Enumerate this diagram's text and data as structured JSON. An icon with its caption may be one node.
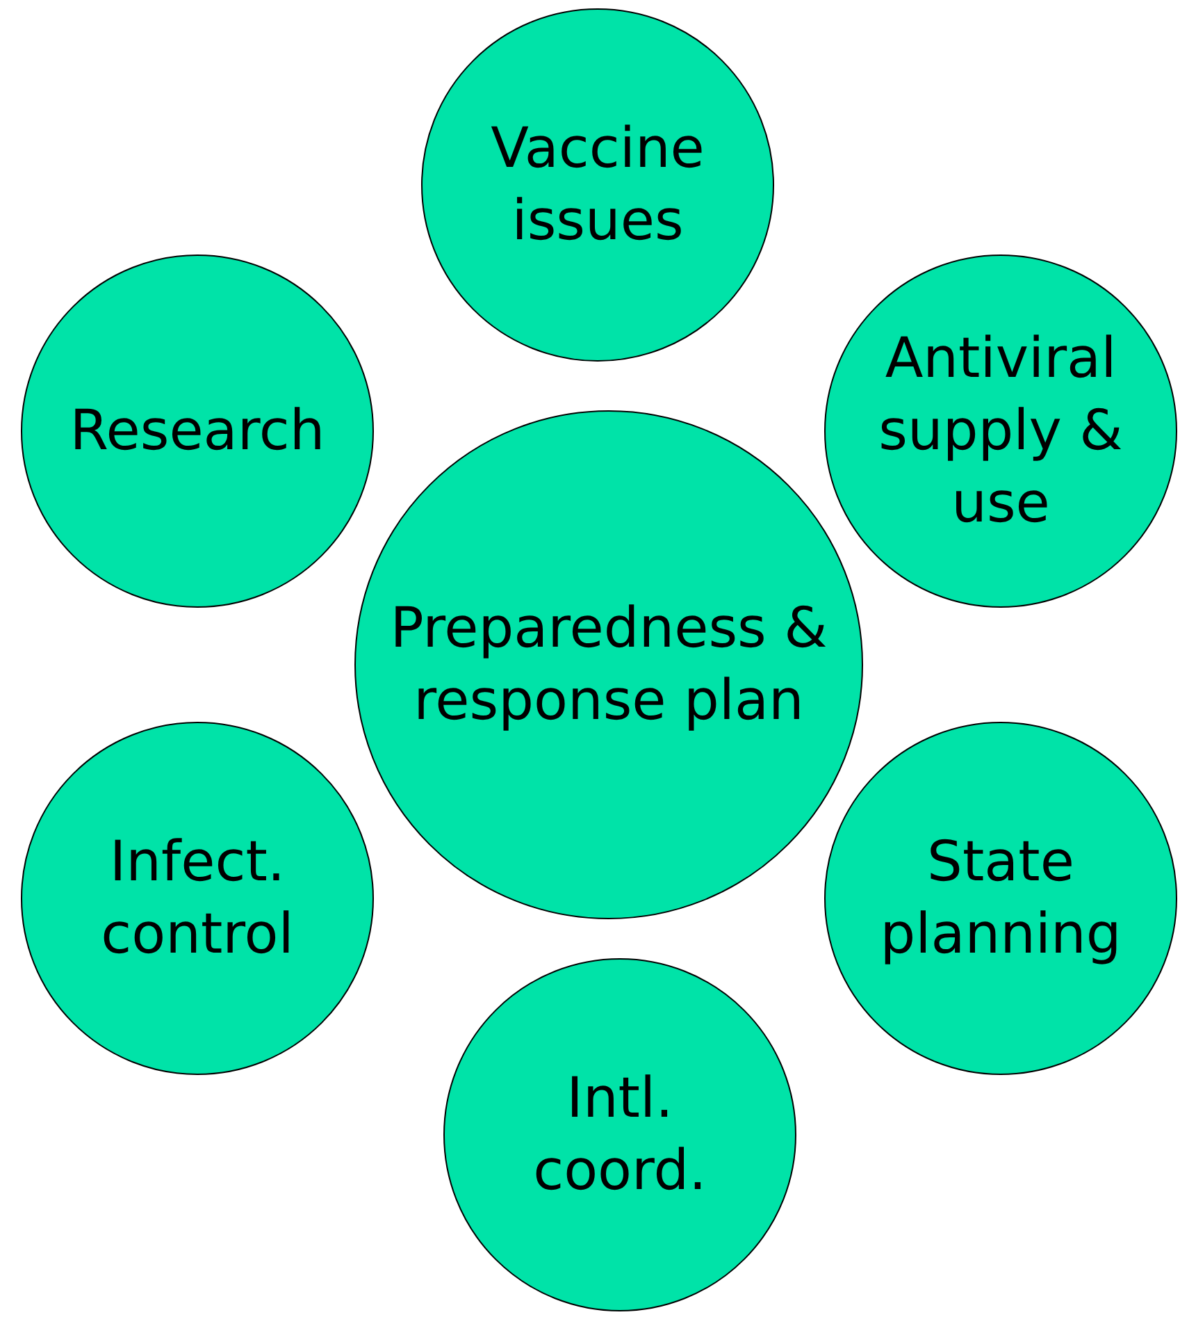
{
  "diagram": {
    "nodes": [
      {
        "text": [
          "Vaccine issues"
        ]
      },
      {
        "text": [
          "Research"
        ]
      },
      {
        "text": [
          "Antiviral supply & use"
        ]
      },
      {
        "text": [
          "Preparedness & response plan"
        ]
      },
      {
        "text": [
          "Infect. control"
        ]
      },
      {
        "text": [
          "State planning"
        ]
      },
      {
        "text": [
          "Intl. coord."
        ]
      }
    ]
  }
}
